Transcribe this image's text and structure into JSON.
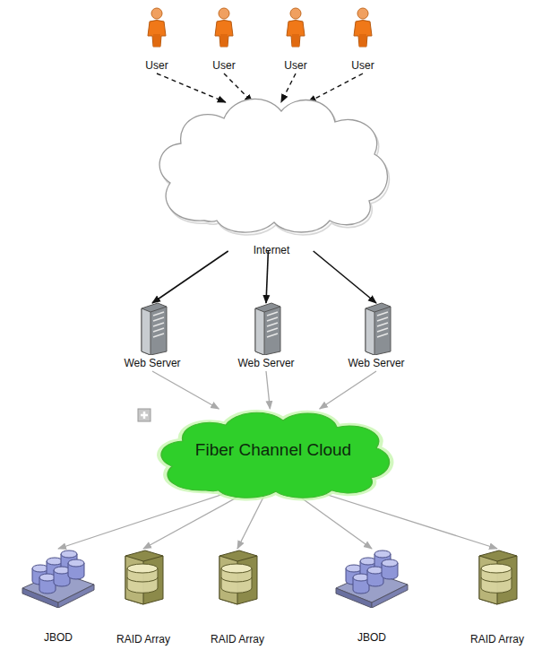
{
  "diagram": {
    "nodes": [
      {
        "text": [
          "User"
        ]
      },
      {
        "text": [
          "User"
        ]
      },
      {
        "text": [
          "User"
        ]
      },
      {
        "text": [
          "User"
        ]
      },
      {
        "text": [
          "Internet"
        ]
      },
      {
        "text": [
          "Web Server"
        ]
      },
      {
        "text": [
          "Web Server"
        ]
      },
      {
        "text": [
          "Web Server"
        ]
      },
      {
        "text": [
          "Fiber Channel Cloud"
        ]
      },
      {
        "text": [
          "JBOD"
        ]
      },
      {
        "text": [
          "RAID Array"
        ]
      },
      {
        "text": [
          "RAID Array"
        ]
      },
      {
        "text": [
          "JBOD"
        ]
      },
      {
        "text": [
          "RAID Array"
        ]
      }
    ],
    "edges": [
      {
        "from": 0,
        "to": 4,
        "arrow": "to"
      },
      {
        "from": 1,
        "to": 4,
        "arrow": "to"
      },
      {
        "from": 2,
        "to": 4,
        "arrow": "to"
      },
      {
        "from": 3,
        "to": 4,
        "arrow": "to"
      },
      {
        "from": 4,
        "to": 5,
        "arrow": "to"
      },
      {
        "from": 4,
        "to": 6,
        "arrow": "to"
      },
      {
        "from": 4,
        "to": 7,
        "arrow": "to"
      },
      {
        "from": 5,
        "to": 8,
        "arrow": "to"
      },
      {
        "from": 6,
        "to": 8,
        "arrow": "to"
      },
      {
        "from": 7,
        "to": 8,
        "arrow": "to"
      },
      {
        "from": 8,
        "to": 9,
        "arrow": "to"
      },
      {
        "from": 8,
        "to": 10,
        "arrow": "to"
      },
      {
        "from": 8,
        "to": 11,
        "arrow": "to"
      },
      {
        "from": 8,
        "to": 12,
        "arrow": "to"
      },
      {
        "from": 8,
        "to": 13,
        "arrow": "to"
      }
    ]
  }
}
